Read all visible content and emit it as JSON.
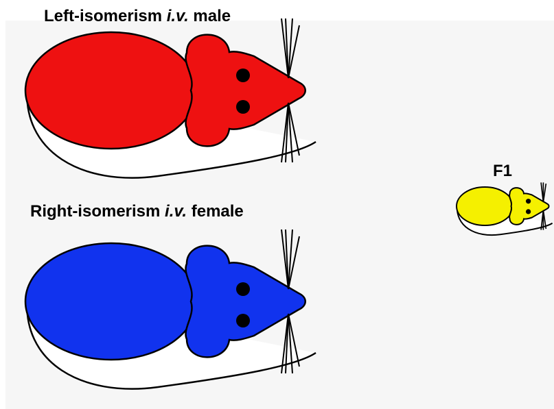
{
  "labels": {
    "male_prefix": "Left-isomerism ",
    "male_italic": "i.v.",
    "male_suffix": " male",
    "female_prefix": "Right-isomerism ",
    "female_italic": "i.v.",
    "female_suffix": " female",
    "offspring": "F1"
  },
  "colors": {
    "male_body": "#ee1111",
    "female_body": "#1133ee",
    "offspring_body": "#f5f000",
    "background": "#f6f6f6",
    "outline": "#000000"
  },
  "icons": {
    "male": "mouse-icon",
    "female": "mouse-icon",
    "offspring": "mouse-icon"
  }
}
